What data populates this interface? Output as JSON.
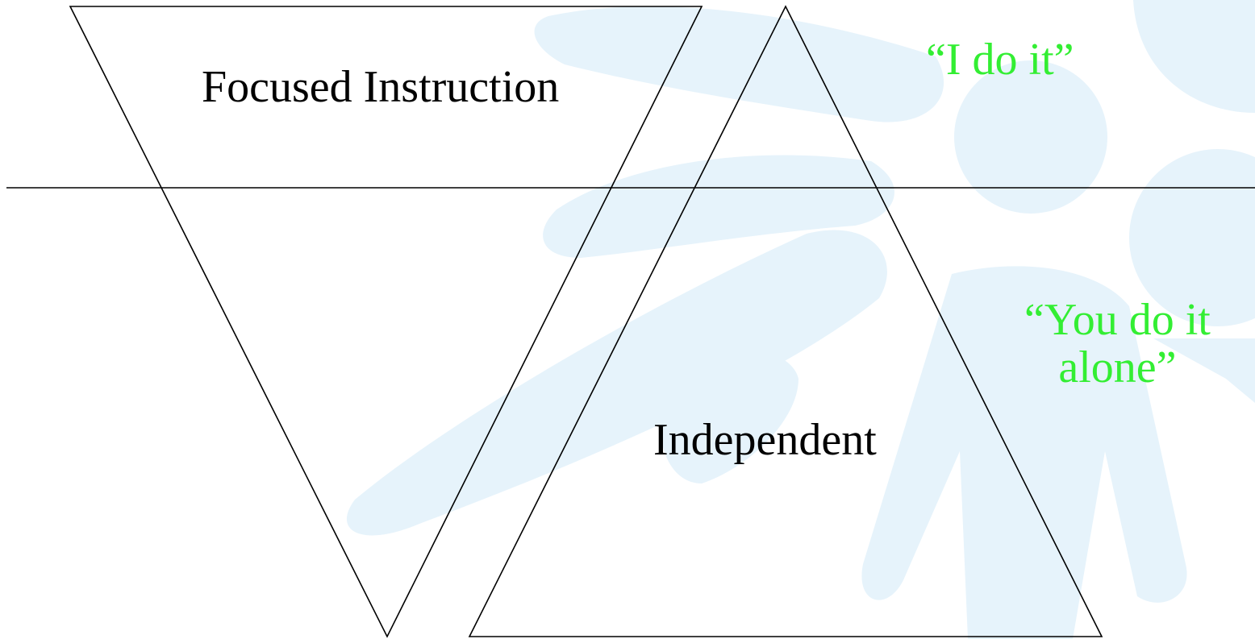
{
  "diagram": {
    "triangle_top_label": "Focused Instruction",
    "triangle_bottom_label": "Independent",
    "quote_top": "“I do it”",
    "quote_bottom_line1": "“You do it",
    "quote_bottom_line2": "alone”"
  },
  "colors": {
    "background": "#ffffff",
    "watermark": "#e6f3fb",
    "line": "#000000",
    "quote_text": "#33ee33",
    "label_text": "#000000"
  },
  "icons": {
    "background": "people-watermark-icon"
  }
}
